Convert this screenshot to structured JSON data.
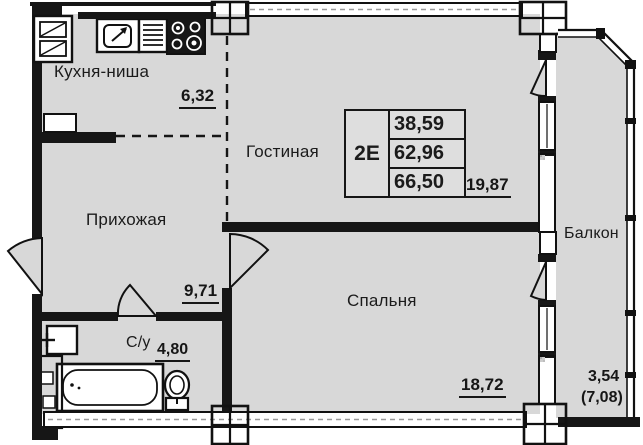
{
  "floorplan": {
    "unit_table": {
      "unit_type": "2Е",
      "values": [
        "38,59",
        "62,96",
        "66,50"
      ]
    },
    "rooms": {
      "kitchen": {
        "label": "Кухня-ниша",
        "area": "6,32"
      },
      "living": {
        "label": "Гостиная",
        "area": "19,87"
      },
      "hallway": {
        "label": "Прихожая",
        "area": "9,71"
      },
      "bathroom": {
        "label": "С/у",
        "area": "4,80"
      },
      "bedroom": {
        "label": "Спальня",
        "area": "18,72"
      },
      "balcony": {
        "label": "Балкон",
        "area": "3,54",
        "area_coefficient": "(7,08)"
      }
    },
    "colors": {
      "wall": "#111111",
      "floor": "#d8d8d8",
      "wall_concrete": "#cccccc",
      "background": "#ffffff"
    }
  }
}
